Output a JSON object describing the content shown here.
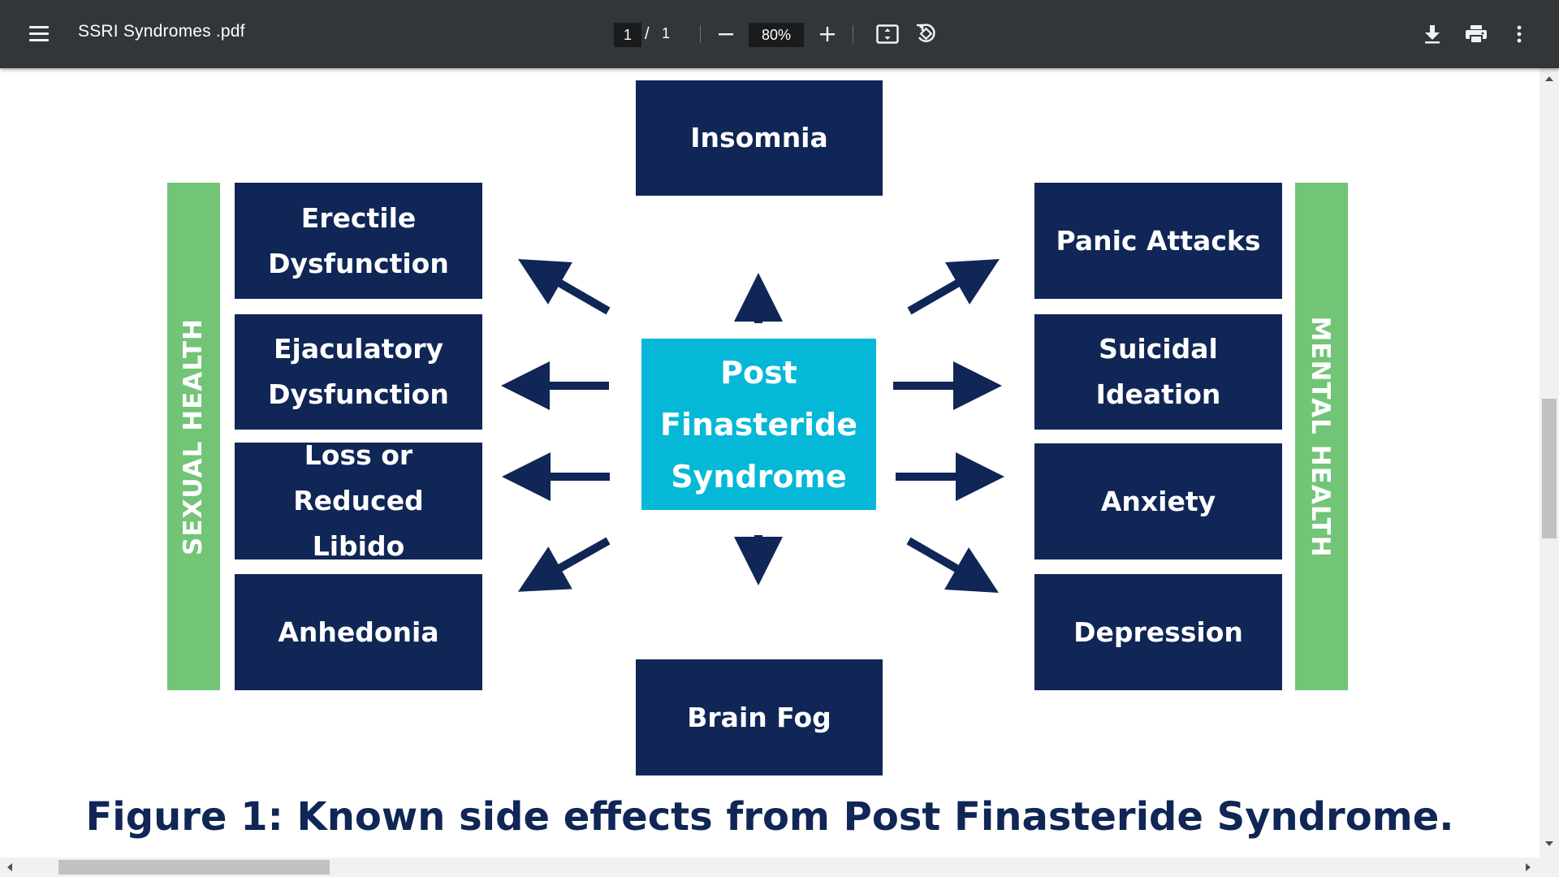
{
  "toolbar": {
    "title": "SSRI Syndromes .pdf",
    "page_current": "1",
    "page_separator": "/",
    "page_total": "1",
    "zoom": "80%",
    "icons": [
      "menu-icon",
      "zoom-out-icon",
      "zoom-in-icon",
      "fit-page-icon",
      "rotate-icon",
      "download-icon",
      "print-icon",
      "more-vert-icon"
    ]
  },
  "diagram": {
    "center": [
      "Post",
      "Finasteride",
      "Syndrome"
    ],
    "top": "Insomnia",
    "bottom": "Brain Fog",
    "left_category": "SEXUAL HEALTH",
    "right_category": "MENTAL HEALTH",
    "left_items": [
      [
        "Erectile",
        "Dysfunction"
      ],
      [
        "Ejaculatory",
        "Dysfunction"
      ],
      [
        "Loss or Reduced",
        "Libido"
      ],
      [
        "Anhedonia"
      ]
    ],
    "right_items": [
      [
        "Panic Attacks"
      ],
      [
        "Suicidal Ideation"
      ],
      [
        "Anxiety"
      ],
      [
        "Depression"
      ]
    ],
    "caption": "Figure 1: Known side effects from Post Finasteride Syndrome.",
    "colors": {
      "box": "#0f2656",
      "center": "#05b8d7",
      "category": "#72c477",
      "arrow": "#0f2656",
      "caption": "#0f2656"
    }
  }
}
